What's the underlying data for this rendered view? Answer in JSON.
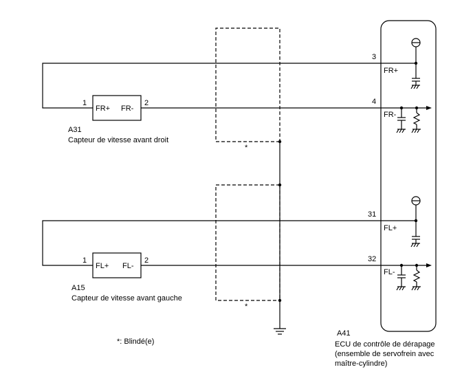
{
  "sensors": [
    {
      "id": "A31",
      "description": "Capteur de vitesse avant droit",
      "pin1": "1",
      "pin2": "2",
      "term_plus": "FR+",
      "term_minus": "FR-"
    },
    {
      "id": "A15",
      "description": "Capteur de vitesse avant gauche",
      "pin1": "1",
      "pin2": "2",
      "term_plus": "FL+",
      "term_minus": "FL-"
    }
  ],
  "ecu": {
    "id": "A41",
    "name_line1": "ECU de contrôle de dérapage",
    "name_line2": "(ensemble de servofrein avec",
    "name_line3": "maître-cylindre)",
    "pins": [
      {
        "num": "3",
        "label": "FR+"
      },
      {
        "num": "4",
        "label": "FR-"
      },
      {
        "num": "31",
        "label": "FL+"
      },
      {
        "num": "32",
        "label": "FL-"
      }
    ]
  },
  "shield_marks": [
    "*",
    "*"
  ],
  "note": "*: Blindé(e)"
}
